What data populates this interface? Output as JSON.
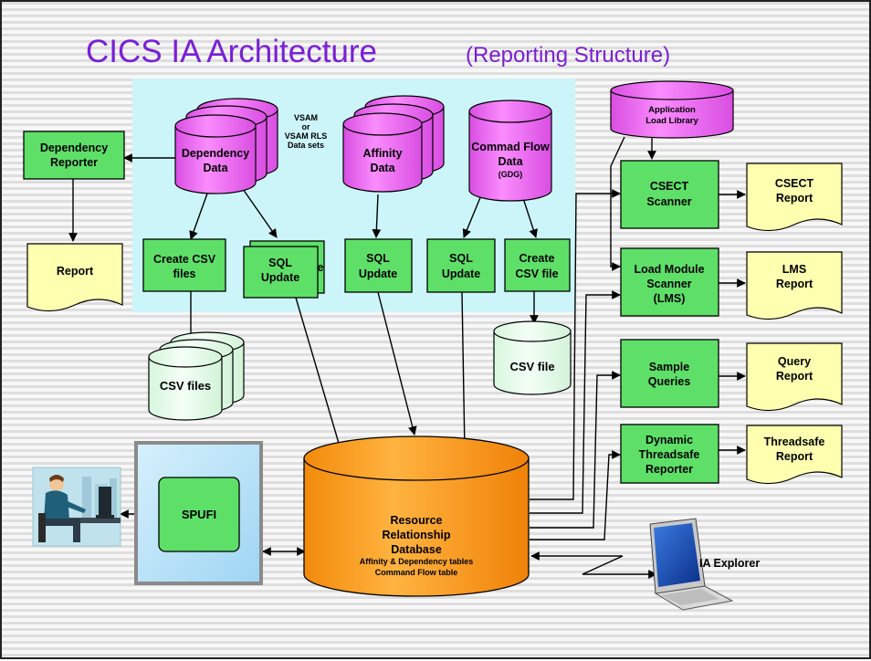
{
  "title": "CICS IA Architecture",
  "subtitle": "(Reporting Structure)",
  "datasets_note": [
    "VSAM",
    "or",
    "VSAM RLS",
    "Data sets"
  ],
  "stores": {
    "dependency_data": [
      "Dependency",
      "Data"
    ],
    "affinity_data": [
      "Affinity",
      "Data"
    ],
    "command_flow_data": [
      "Commad Flow",
      "Data",
      "(GDG)"
    ],
    "application_load_library": [
      "Application",
      "Load Library"
    ],
    "csv_files": [
      "CSV files"
    ],
    "csv_file": [
      "CSV file"
    ],
    "database": [
      "Resource",
      "Relationship",
      "Database",
      "Affinity & Dependency tables",
      "Command Flow table"
    ]
  },
  "processes": {
    "dependency_reporter": [
      "Dependency",
      "Reporter"
    ],
    "create_csv_files": [
      "Create CSV",
      "files"
    ],
    "sql_update_1": [
      "SQL",
      "Update"
    ],
    "sql_update_1_behind": "e",
    "sql_update_2": [
      "SQL",
      "Update"
    ],
    "sql_update_3": [
      "SQL",
      "Update"
    ],
    "create_csv_file": [
      "Create",
      "CSV file"
    ],
    "csect_scanner": [
      "CSECT",
      "Scanner"
    ],
    "lms": [
      "Load Module",
      "Scanner",
      "(LMS)"
    ],
    "sample_queries": [
      "Sample",
      "Queries"
    ],
    "threadsafe_reporter": [
      "Dynamic",
      "Threadsafe",
      "Reporter"
    ],
    "spufi": "SPUFI"
  },
  "reports": {
    "report": "Report",
    "csect_report": [
      "CSECT",
      "Report"
    ],
    "lms_report": [
      "LMS",
      "Report"
    ],
    "query_report": [
      "Query",
      "Report"
    ],
    "threadsafe_report": [
      "Threadsafe",
      "Report"
    ]
  },
  "ia_explorer": "IA Explorer",
  "colors": {
    "title": "#7a1fd6",
    "cyan_panel": "#ccf5fa",
    "process_green": "#5ee068",
    "datastore_magenta": "#f070f8",
    "report_yellow": "#ffffb0",
    "database_orange": "#ff9a18",
    "csv_store": "#e3fbe7",
    "spufi_panel": "#bfe7fb"
  }
}
